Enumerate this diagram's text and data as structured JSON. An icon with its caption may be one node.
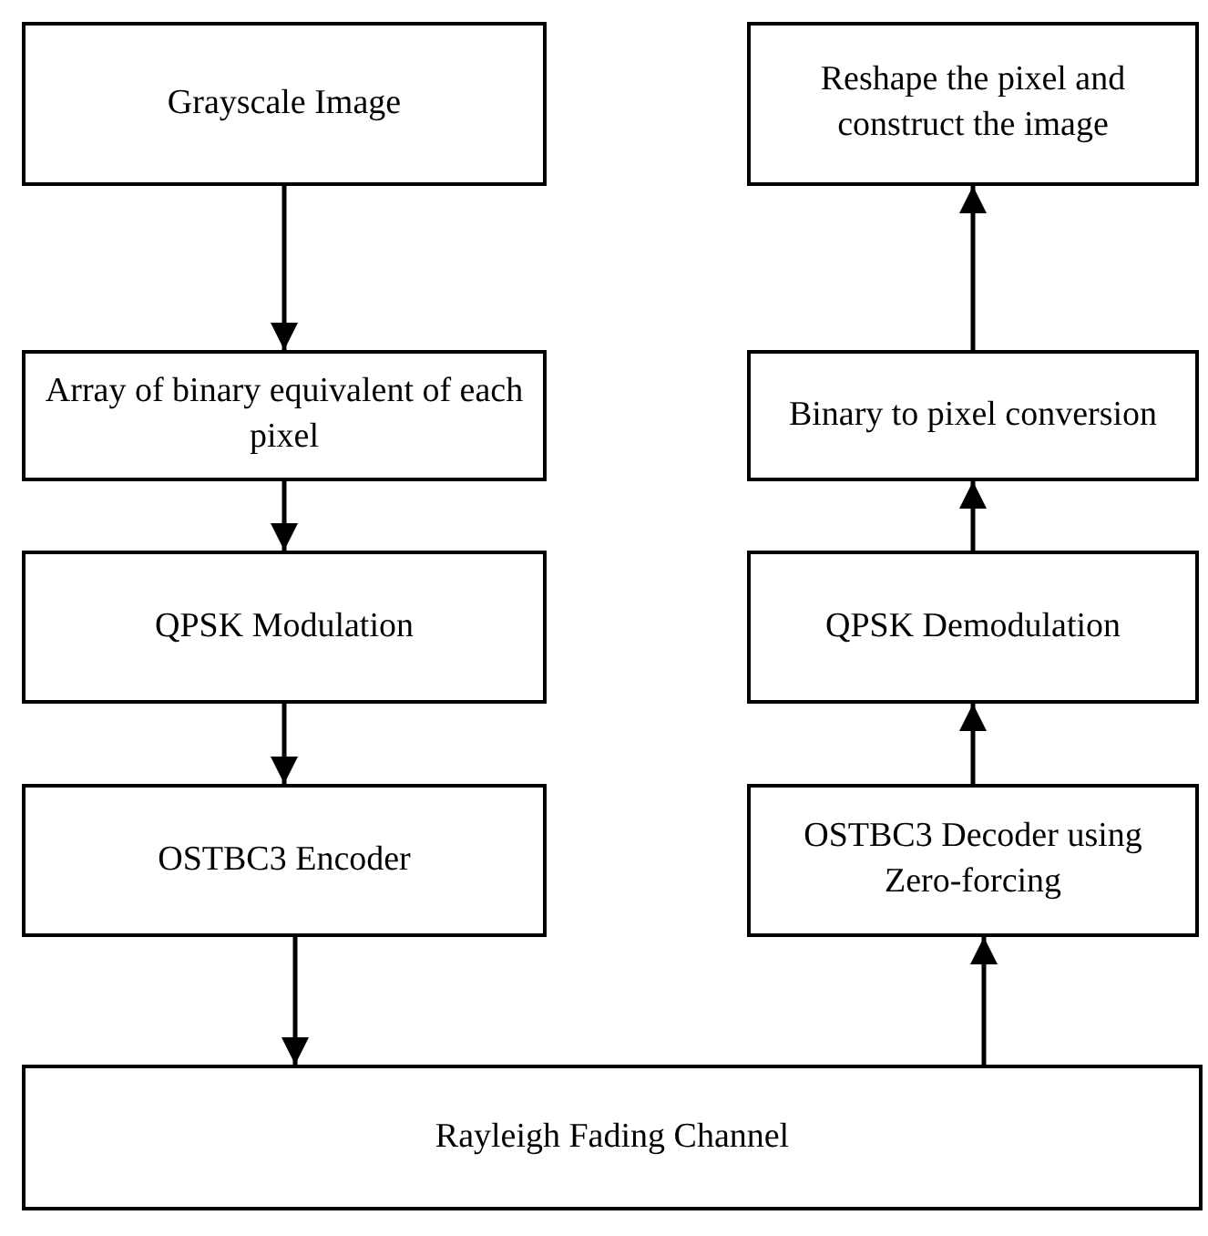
{
  "diagram": {
    "nodes": [
      {
        "text": [
          "Grayscale Image"
        ]
      },
      {
        "text": [
          "Reshape the pixel and construct the image"
        ]
      },
      {
        "text": [
          "Array of binary equivalent of each pixel"
        ]
      },
      {
        "text": [
          "Binary to pixel conversion"
        ]
      },
      {
        "text": [
          "QPSK Modulation"
        ]
      },
      {
        "text": [
          "QPSK Demodulation"
        ]
      },
      {
        "text": [
          "OSTBC3 Encoder"
        ]
      },
      {
        "text": [
          "OSTBC3 Decoder using Zero-forcing"
        ]
      },
      {
        "text": [
          "Rayleigh Fading Channel"
        ]
      }
    ],
    "edges": [
      {
        "from": 0,
        "to": 2,
        "arrow": "to"
      },
      {
        "from": 2,
        "to": 4,
        "arrow": "to"
      },
      {
        "from": 4,
        "to": 6,
        "arrow": "to"
      },
      {
        "from": 6,
        "to": 8,
        "arrow": "to"
      },
      {
        "from": 8,
        "to": 7,
        "arrow": "to"
      },
      {
        "from": 7,
        "to": 5,
        "arrow": "to"
      },
      {
        "from": 5,
        "to": 3,
        "arrow": "to"
      },
      {
        "from": 3,
        "to": 1,
        "arrow": "to"
      }
    ]
  }
}
